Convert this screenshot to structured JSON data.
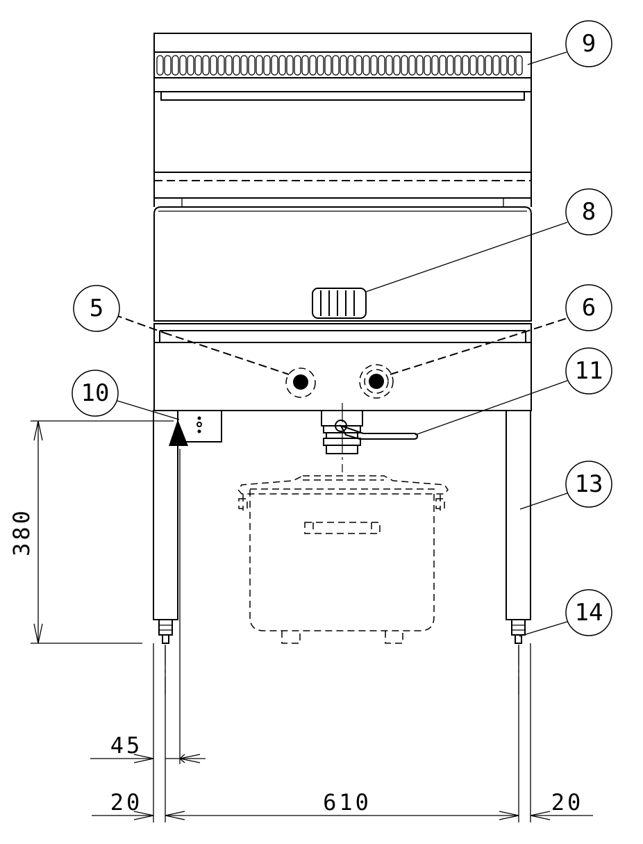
{
  "callouts": {
    "c5": "5",
    "c6": "6",
    "c8": "8",
    "c9": "9",
    "c10": "10",
    "c11": "11",
    "c13": "13",
    "c14": "14"
  },
  "dimensions": {
    "height_380": "380",
    "leg_inset_45": "45",
    "edge_left_20": "20",
    "span_610": "610",
    "edge_right_20": "20"
  }
}
